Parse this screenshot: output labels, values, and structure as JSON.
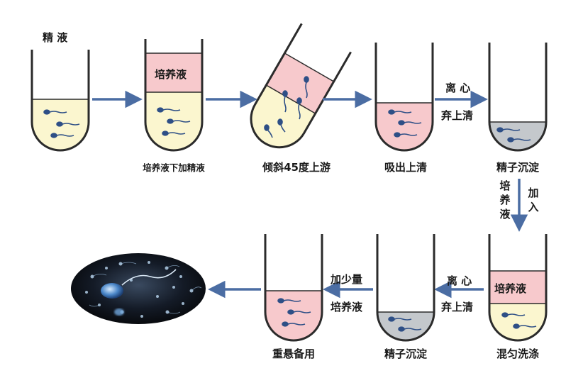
{
  "colors": {
    "tube_stroke": "#2b2b2b",
    "semen_fill": "#fbf6cf",
    "medium_fill": "#f7c9cc",
    "sediment_fill": "#c4c8cc",
    "sperm": "#2e4f86",
    "arrow": "#4b6da3"
  },
  "labels": {
    "semen": "精 液",
    "medium_in_tube": "培养液",
    "step1": "培养液下加精液",
    "step2": "倾斜45度上游",
    "step3": "吸出上清",
    "step4": "精子沉淀",
    "step5": "混匀洗涤",
    "step6": "精子沉淀",
    "step7": "重悬备用",
    "medium_in_tube2": "培养液"
  },
  "arrow_labels": {
    "centrifuge_top": "离 心",
    "discard_top": "弃上清",
    "add_label": "加入",
    "add_medium": "培养液",
    "centrifuge_bottom": "离 心",
    "discard_bottom": "弃上清",
    "add_small": "加少量",
    "medium_bottom": "培养液"
  },
  "icons": {
    "photo": "sperm-microscope-photo-icon"
  }
}
